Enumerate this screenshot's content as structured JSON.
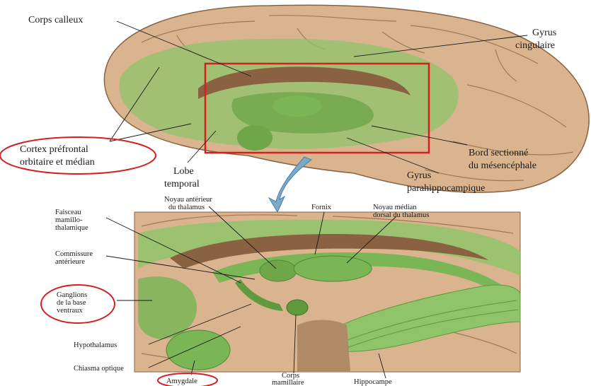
{
  "top_labels": {
    "corps_calleux": "Corps calleux",
    "gyrus_cingulaire_1": "Gyrus",
    "gyrus_cingulaire_2": "cingulaire",
    "cortex_1": "Cortex préfrontal",
    "cortex_2": "orbitaire et médian",
    "lobe_1": "Lobe",
    "lobe_2": "temporal",
    "bord_1": "Bord sectionné",
    "bord_2": "du mésencéphale",
    "parahippo_1": "Gyrus",
    "parahippo_2": "parahippocampique"
  },
  "bottom_labels": {
    "noyau_ant_1": "Noyau antérieur",
    "noyau_ant_2": "du thalamus",
    "fornix": "Fornix",
    "noyau_med_1": "Noyau médian",
    "noyau_med_2": "dorsal du thalamus",
    "faisceau_1": "Faisceau",
    "faisceau_2": "mamillo-",
    "faisceau_3": "thalamique",
    "commissure_1": "Commissure",
    "commissure_2": "antérieure",
    "ganglions_1": "Ganglions",
    "ganglions_2": "de la base",
    "ganglions_3": "ventraux",
    "hypothalamus": "Hypothalamus",
    "chiasma": "Chiasma optique",
    "amygdale": "Amygdale",
    "corps_mam_1": "Corps",
    "corps_mam_2": "mamillaire",
    "hippocampe": "Hippocampe"
  },
  "colors": {
    "brain": "#d9b48f",
    "limbic_green": "#8fc46a",
    "dark_brown": "#8a6242",
    "highlight_red": "#d42020"
  }
}
